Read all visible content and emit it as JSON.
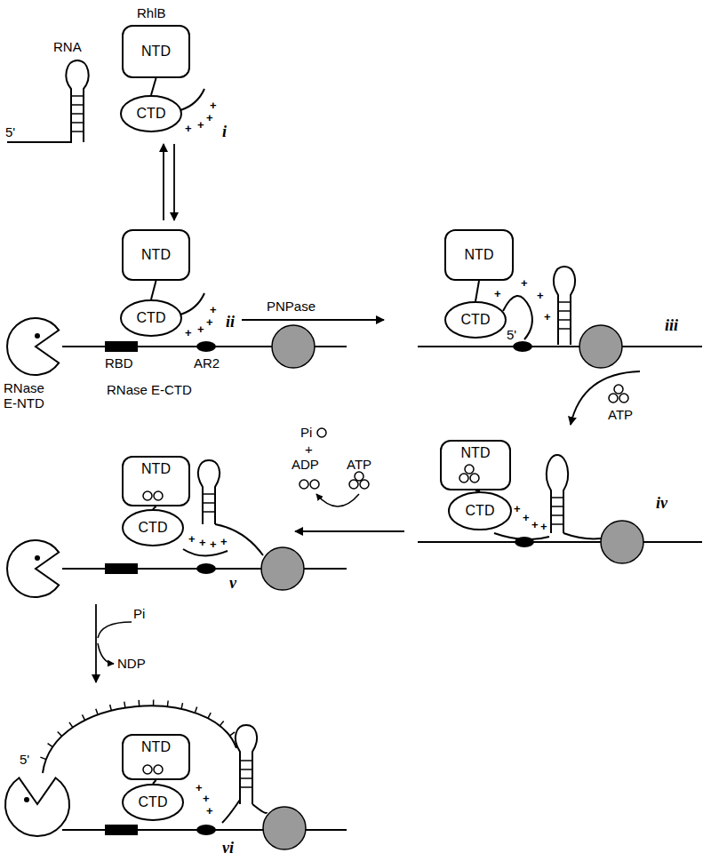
{
  "diagram": {
    "nodes": [
      {
        "text": [
          "NTD"
        ]
      },
      {
        "text": [
          "CTD"
        ]
      },
      {
        "text": [
          "NTD"
        ]
      },
      {
        "text": [
          "CTD"
        ]
      },
      {
        "text": [
          "NTD"
        ]
      },
      {
        "text": [
          "CTD"
        ]
      },
      {
        "text": [
          "NTD"
        ]
      },
      {
        "text": [
          "CTD"
        ]
      },
      {
        "text": [
          "NTD"
        ]
      },
      {
        "text": [
          "CTD"
        ]
      },
      {
        "text": [
          "NTD"
        ]
      },
      {
        "text": [
          "CTD"
        ]
      }
    ],
    "edges": [
      {
        "from": 0,
        "to": 1,
        "arrow": "none"
      },
      {
        "from": 2,
        "to": 3,
        "arrow": "none"
      },
      {
        "from": 4,
        "to": 5,
        "arrow": "none"
      },
      {
        "from": 6,
        "to": 7,
        "arrow": "none"
      },
      {
        "from": 8,
        "to": 9,
        "arrow": "none"
      },
      {
        "from": 10,
        "to": 11,
        "arrow": "none"
      }
    ],
    "labels": [
      "RhlB",
      "RNA",
      "5'",
      "i",
      "PNPase",
      "RBD",
      "AR2",
      "RNase E-NTD",
      "RNase E-CTD",
      "ii",
      "5'",
      "iii",
      "ATP",
      "iv",
      "Pi",
      "+",
      "ADP",
      "ATP",
      "v",
      "Pi",
      "NDP",
      "5'",
      "vi",
      "+",
      "+",
      "+",
      "+",
      "+",
      "+",
      "+",
      "+",
      "+",
      "+",
      "+",
      "+",
      "+",
      "+",
      "+",
      "+",
      "+",
      "+",
      "+",
      "+",
      "+",
      "+",
      "+"
    ]
  }
}
